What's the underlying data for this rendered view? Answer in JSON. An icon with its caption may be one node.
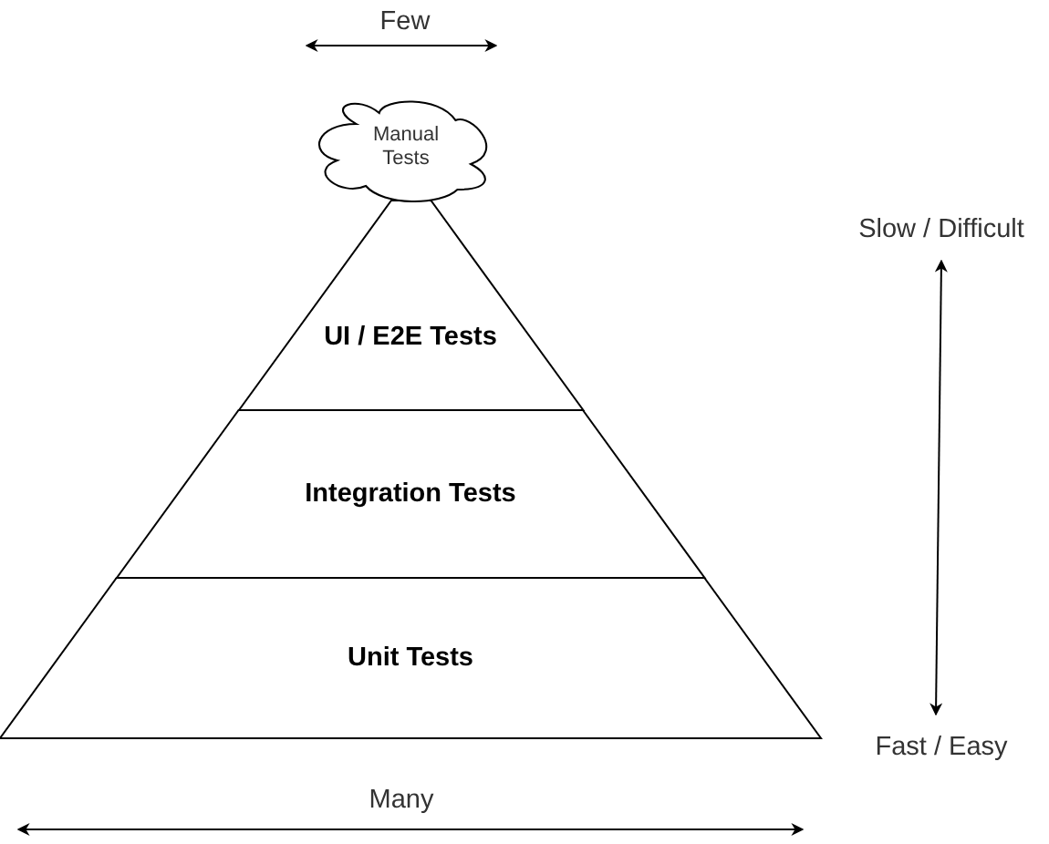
{
  "diagram": {
    "nodes": [
      {
        "text": [
          "Manual Tests"
        ]
      },
      {
        "text": [
          "UI / E2E Tests"
        ]
      },
      {
        "text": [
          "Integration Tests"
        ]
      },
      {
        "text": [
          "Unit Tests"
        ]
      }
    ],
    "labels": [
      "Few",
      "Slow / Difficult",
      "Fast / Easy",
      "Many"
    ]
  }
}
